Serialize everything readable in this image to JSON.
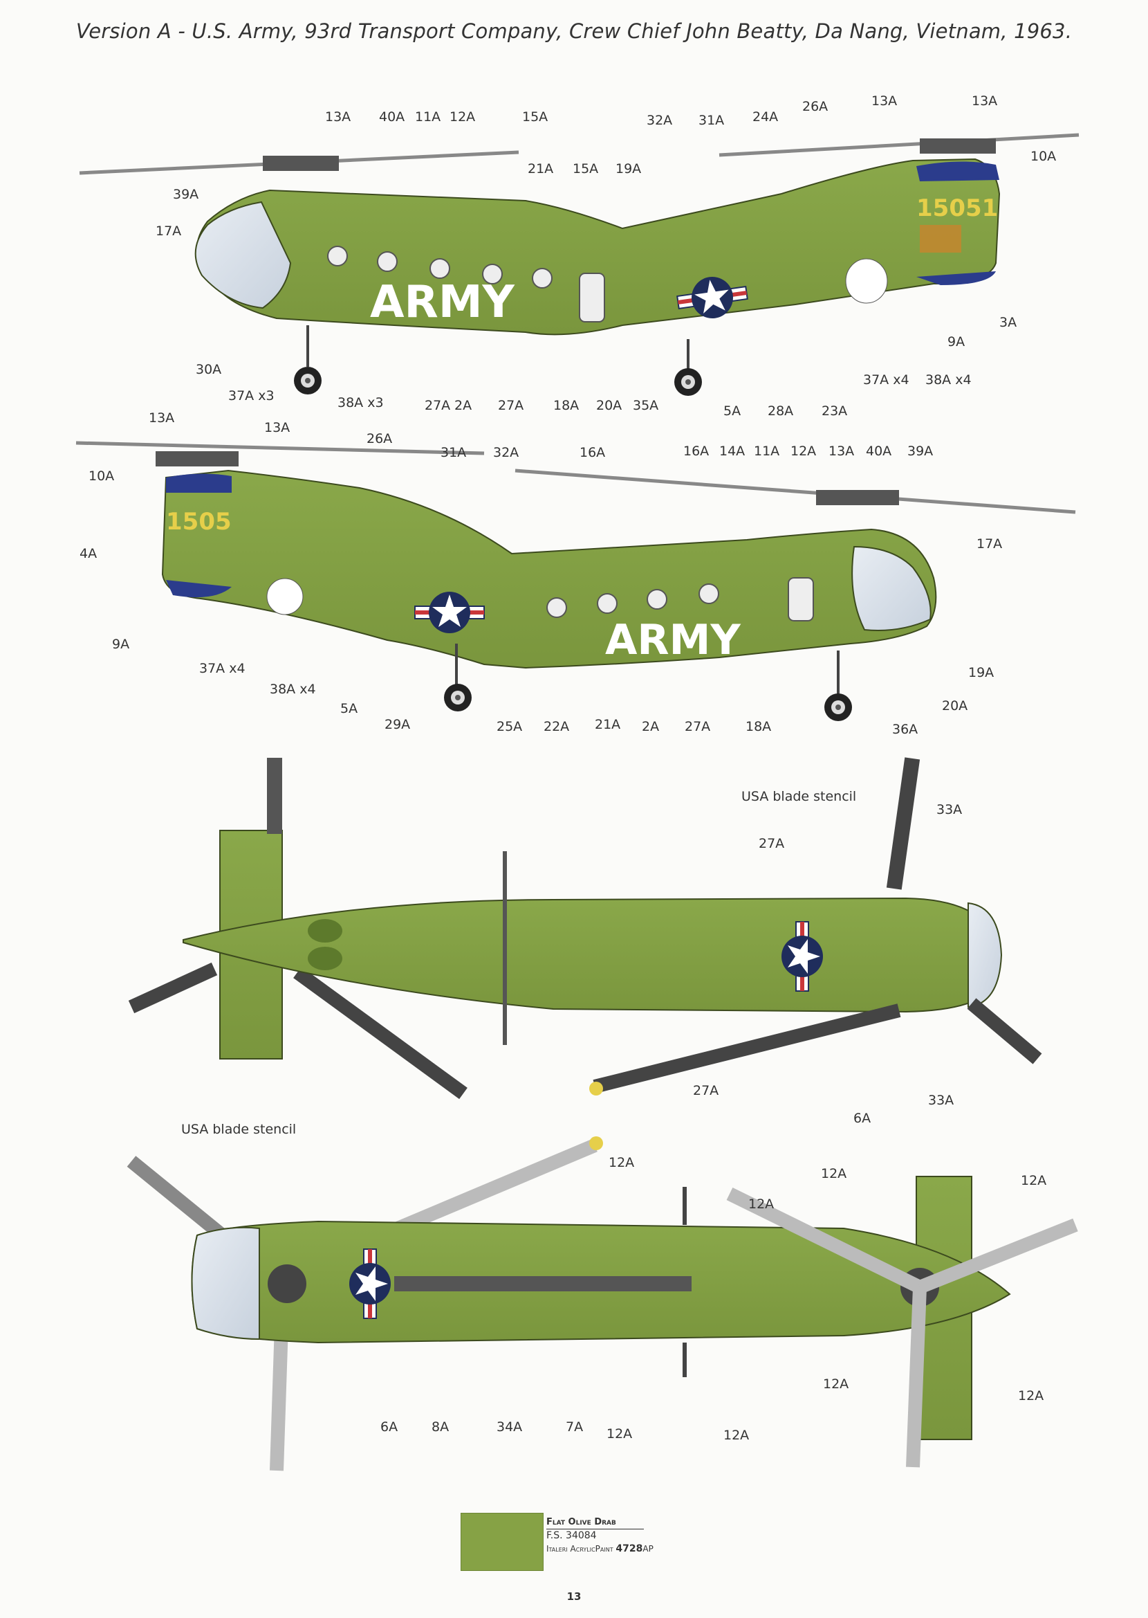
{
  "title": "Version A - U.S. Army, 93rd Transport Company, Crew Chief John Beatty, Da Nang, Vietnam, 1963.",
  "markings": {
    "army": "ARMY",
    "tail_code": "15051",
    "tail_code_left": "1505",
    "us_army": "U.S. ARMY"
  },
  "view1_labels": [
    "13A",
    "40A",
    "11A",
    "12A",
    "15A",
    "32A",
    "31A",
    "24A",
    "26A",
    "13A",
    "13A",
    "10A",
    "39A",
    "21A",
    "15A",
    "19A",
    "17A",
    "3A",
    "9A",
    "30A",
    "37A x3",
    "38A x3",
    "27A",
    "2A",
    "27A",
    "18A",
    "20A",
    "35A",
    "5A",
    "28A",
    "23A",
    "37A x4",
    "38A x4"
  ],
  "view2_labels": [
    "13A",
    "13A",
    "26A",
    "31A",
    "32A",
    "16A",
    "16A",
    "14A",
    "11A",
    "12A",
    "13A",
    "40A",
    "39A",
    "10A",
    "4A",
    "17A",
    "9A",
    "37A x4",
    "38A x4",
    "5A",
    "29A",
    "25A",
    "22A",
    "21A",
    "2A",
    "27A",
    "18A",
    "19A",
    "20A",
    "36A"
  ],
  "view3_labels": [
    "USA blade stencil",
    "33A",
    "27A",
    "27A",
    "6A",
    "33A",
    "USA blade stencil"
  ],
  "view4_labels": [
    "12A",
    "12A",
    "12A",
    "12A",
    "12A",
    "12A",
    "6A",
    "8A",
    "34A",
    "7A",
    "12A",
    "12A"
  ],
  "paint": {
    "name": "Flat Olive Drab",
    "fs": "F.S. 34084",
    "brand": "Italeri AcrylicPaint",
    "code": "4728",
    "code_suffix": "AP",
    "color": "#86a245"
  },
  "page_number": "13"
}
